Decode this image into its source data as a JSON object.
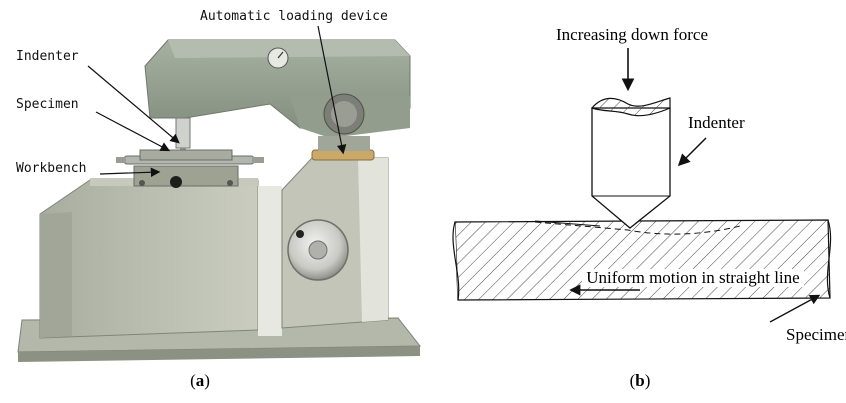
{
  "panel_a": {
    "caption_open": "(",
    "caption_letter": "a",
    "caption_close": ")",
    "labels": {
      "loading": "Automatic loading device",
      "indenter": "Indenter",
      "specimen": "Specimen",
      "workbench": "Workbench"
    }
  },
  "panel_b": {
    "caption_open": "(",
    "caption_letter": "b",
    "caption_close": ")",
    "labels": {
      "force": "Increasing down force",
      "indenter": "Indenter",
      "motion": "Uniform motion in straight line",
      "specimen": "Specimen"
    }
  },
  "colors": {
    "machine_body": "#b9bcae",
    "machine_shadow": "#8d9183",
    "head": "#9aa595",
    "brass": "#c9a86a",
    "hatch": "#333333"
  },
  "icons": [
    "down-arrow-icon",
    "left-arrow-icon",
    "pointer-arrow-icon"
  ]
}
